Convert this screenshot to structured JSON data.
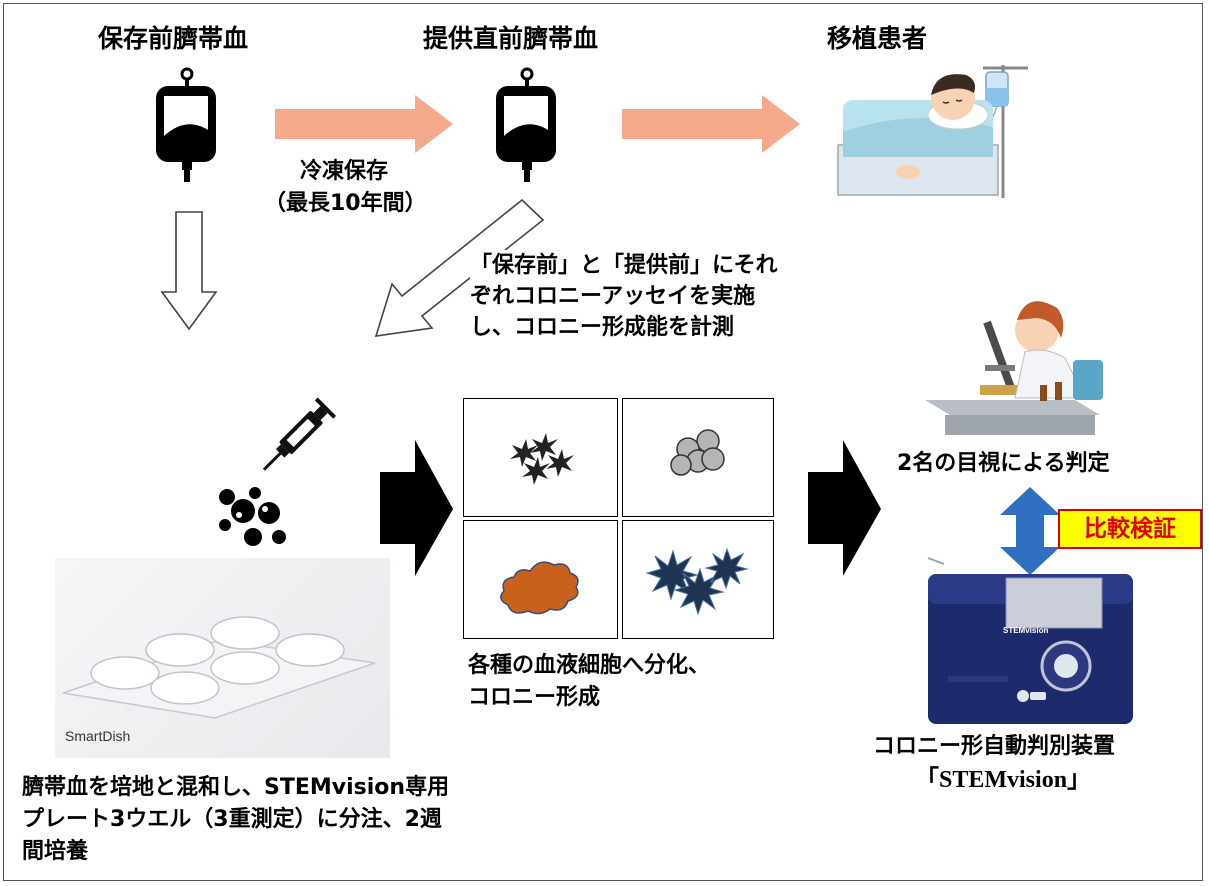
{
  "labels": {
    "cord_blood_before_storage": "保存前臍帯血",
    "cord_blood_before_supply": "提供直前臍帯血",
    "transplant_patient": "移植患者",
    "frozen_storage": "冷凍保存",
    "storage_period": "（最長10年間）",
    "assay_note": [
      "「保存前」と「提供前」にそれ",
      "ぞれコロニーアッセイを実施",
      "し、コロニー形成能を計測"
    ],
    "plate_brand": "SmartDish",
    "mixing_note": [
      "臍帯血を培地と混和し、STEMvision専用",
      "プレート3ウエル（3重測定）に分注、2週",
      "間培養"
    ],
    "differentiation_note": [
      "各種の血液細胞へ分化、",
      "コロニー形成"
    ],
    "visual_judgement": "2名の目視による判定",
    "comparison_badge": "比較検証",
    "device_name": "コロニー形自動判別装置",
    "device_brand": "「STEMvision」",
    "device_panel_text": "STEMvision"
  },
  "colors": {
    "salmon_arrow": "#f4a98b",
    "blue_arrow": "#2f6fc2",
    "badge_fill": "#ffff00",
    "badge_text": "#e00000",
    "orange_colony": "#c8621a",
    "navy_colony": "#1e3452",
    "device_blue": "#1d2a6b"
  },
  "icons": [
    "blood-bag-icon",
    "syringe-icon",
    "microscope-scientist-icon",
    "patient-in-bed-icon"
  ]
}
